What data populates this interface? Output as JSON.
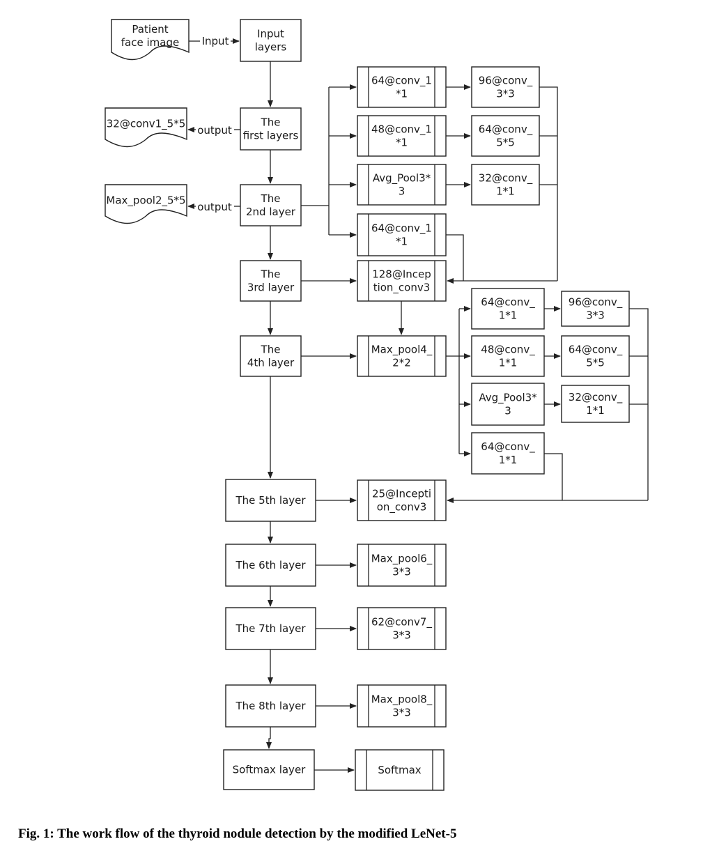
{
  "nodes": {
    "patient_face": "Patient face image",
    "input_layers": "Input layers",
    "first_layer": "The first layers",
    "conv1": "32@conv1_5*5",
    "second_layer": "The 2nd layer",
    "pool2": "Max_pool2_5*5",
    "third_layer": "The 3rd layer",
    "fourth_layer": "The 4th layer",
    "fifth_layer": "The 5th layer",
    "sixth_layer": "The 6th layer",
    "seventh_layer": "The 7th layer",
    "eighth_layer": "The 8th layer",
    "softmax_layer": "Softmax layer",
    "a_64_conv1": "64@conv_1 *1",
    "a_96_conv3": "96@conv_ 3*3",
    "a_48_conv1": "48@conv_1 *1",
    "a_64_conv5": "64@conv_ 5*5",
    "a_avgpool": "Avg_Pool3* 3",
    "a_32_conv1": "32@conv_ 1*1",
    "a_64_conv1b": "64@conv_1 *1",
    "inception3": "128@Incep tion_conv3",
    "pool4": "Max_pool4_ 2*2",
    "b_64_conv1": "64@conv_ 1*1",
    "b_96_conv3": "96@conv_ 3*3",
    "b_48_conv1": "48@conv_ 1*1",
    "b_64_conv5": "64@conv_ 5*5",
    "b_avgpool": "Avg_Pool3* 3",
    "b_32_conv1": "32@conv_ 1*1",
    "b_64_conv1b": "64@conv_ 1*1",
    "inception5": "25@Incepti on_conv3",
    "pool6": "Max_pool6_ 3*3",
    "conv7": "62@conv7_ 3*3",
    "pool8": "Max_pool8_ 3*3",
    "softmax": "Softmax"
  },
  "edge_labels": {
    "input": "Input",
    "output1": "output",
    "output2": "output"
  },
  "caption": "Fig. 1: The work flow of the thyroid nodule detection by the modified LeNet-5"
}
